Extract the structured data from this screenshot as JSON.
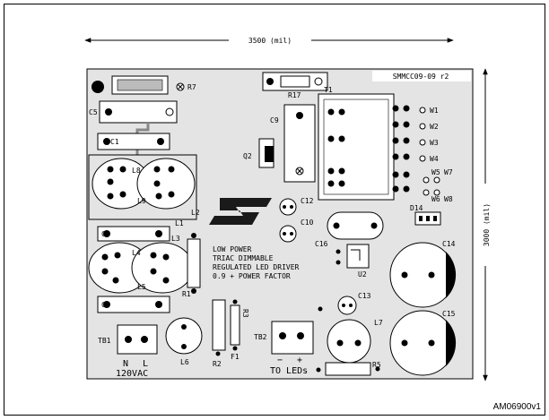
{
  "dimensions": {
    "width_label": "3500 (mil)",
    "height_label": "3000 (mil)"
  },
  "board": {
    "part_number": "SMMCC09-09 r2",
    "silkscreen_text": [
      "LOW POWER",
      "TRIAC DIMMABLE",
      "REGULATED LED DRIVER",
      "0.9 + POWER FACTOR"
    ],
    "connectors": {
      "input_n": "N",
      "input_l": "L",
      "input_voltage": "120VAC",
      "output_minus": "−",
      "output_plus": "+",
      "output_label": "TO LEDs"
    },
    "designators": {
      "R7": "R7",
      "R17": "R17",
      "T1": "T1",
      "C5": "C5",
      "C9": "C9",
      "C1": "C1",
      "Q2": "Q2",
      "L8": "L8",
      "L9": "L9",
      "L2": "L2",
      "C12": "C12",
      "C10": "C10",
      "L1": "L1",
      "C2": "C2",
      "L3": "L3",
      "L4": "L4",
      "L5": "L5",
      "C16": "C16",
      "U2": "U2",
      "D14": "D14",
      "C14": "C14",
      "R1": "R1",
      "C13": "C13",
      "C3": "C3",
      "C15": "C15",
      "TB1": "TB1",
      "TB2": "TB2",
      "L6": "L6",
      "L7": "L7",
      "R2": "R2",
      "F1": "F1",
      "R3": "R3",
      "R5": "R5",
      "W1": "W1",
      "W2": "W2",
      "W3": "W3",
      "W4": "W4",
      "W5": "W5",
      "W6": "W6",
      "W7": "W7",
      "W8": "W8"
    }
  },
  "figure_ref": "AM06900v1",
  "colors": {
    "board_fill": "#e4e4e4",
    "outline": "#000000",
    "logo": "#1a1a1a"
  }
}
